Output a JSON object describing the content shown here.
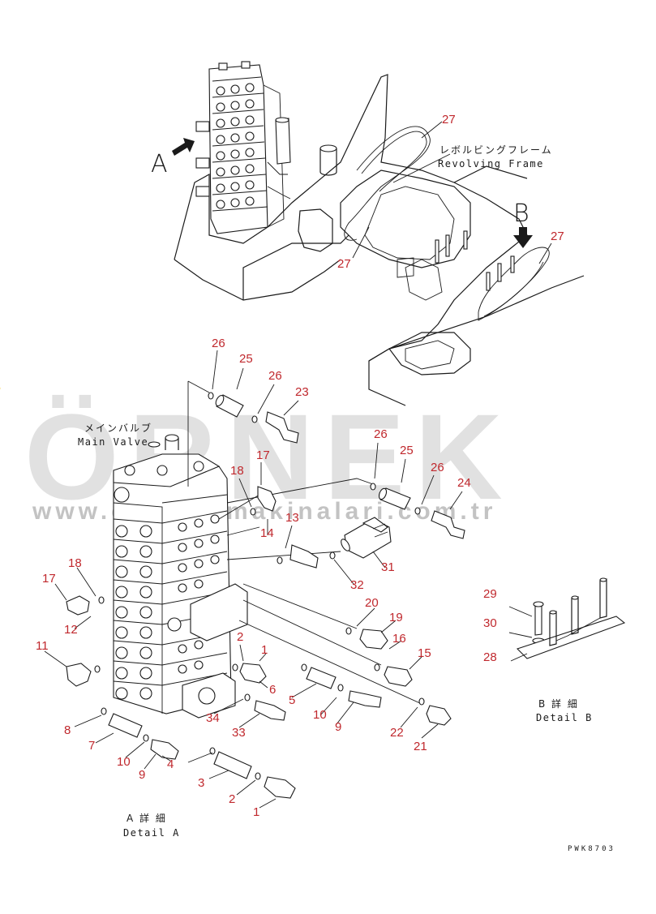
{
  "watermark": {
    "brand": "ÖRNEK",
    "url": "www.ornekismakinalari.com.tr",
    "accent_color": "#f5c518"
  },
  "labels": {
    "revolving_frame_jp": "レボルビングフレーム",
    "revolving_frame_en": "Revolving Frame",
    "main_valve_jp": "メインバルブ",
    "main_valve_en": "Main Valve",
    "view_a": "A",
    "view_b": "B",
    "detail_a_jp": "A 詳 細",
    "detail_a_en": "Detail A",
    "detail_b_jp": "B 詳 細",
    "detail_b_en": "Detail B",
    "drawing_code": "PWK8703"
  },
  "part_numbers": [
    "26",
    "25",
    "26",
    "23",
    "27",
    "27",
    "27",
    "26",
    "25",
    "26",
    "24",
    "17",
    "18",
    "14",
    "13",
    "31",
    "32",
    "18",
    "17",
    "12",
    "11",
    "20",
    "19",
    "16",
    "15",
    "2",
    "1",
    "6",
    "5",
    "10",
    "9",
    "34",
    "33",
    "22",
    "21",
    "8",
    "7",
    "10",
    "9",
    "4",
    "3",
    "2",
    "1",
    "29",
    "30",
    "28"
  ],
  "colors": {
    "callout": "#c0282d",
    "line": "#1a1a1a"
  }
}
